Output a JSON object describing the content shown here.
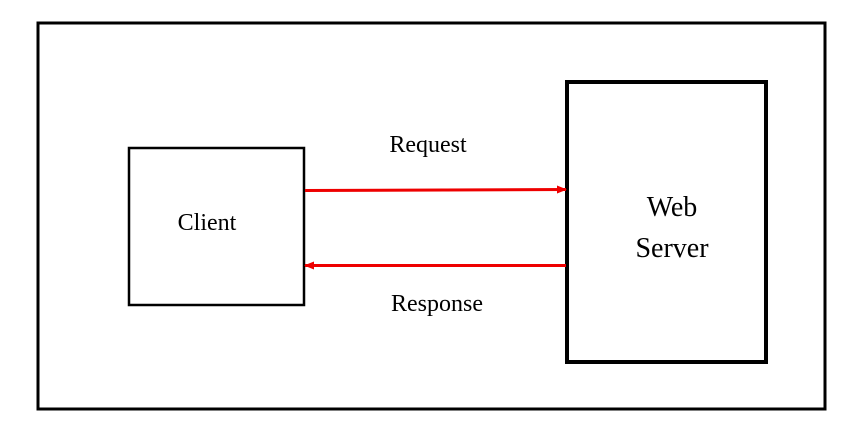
{
  "nodes": {
    "client": {
      "label": "Client"
    },
    "server": {
      "label_line1": "Web",
      "label_line2": "Server"
    }
  },
  "edges": {
    "request": {
      "label": "Request",
      "from": "Client",
      "to": "Web Server"
    },
    "response": {
      "label": "Response",
      "from": "Web Server",
      "to": "Client"
    }
  },
  "colors": {
    "arrow": "#ee0000",
    "stroke": "#000000",
    "background": "#ffffff"
  }
}
